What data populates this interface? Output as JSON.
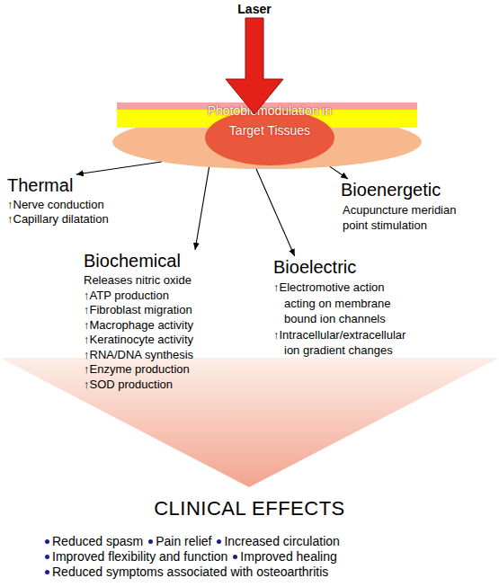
{
  "diagram": {
    "nodes": [
      {
        "text": [
          "Photobiomodulation in Target Tissues"
        ]
      },
      {
        "text": [
          "Thermal",
          "↑Nerve conduction",
          "↑Capillary dilatation"
        ]
      },
      {
        "text": [
          "Bioenergetic",
          "Acupuncture meridian point stimulation"
        ]
      },
      {
        "text": [
          "Biochemical",
          "Releases nitric oxide",
          "↑ATP production",
          "↑Fibroblast migration",
          "↑Macrophage activity",
          "↑Keratinocyte activity",
          "↑RNA/DNA synthesis",
          "↑Enzyme production",
          "↑SOD production"
        ]
      },
      {
        "text": [
          "Bioelectric",
          "↑Electromotive action acting on membrane bound ion channels",
          "↑Intracellular/extracellular ion gradient changes"
        ]
      },
      {
        "text": [
          "CLINICAL EFFECTS",
          "Reduced spasm",
          "Pain relief",
          "Increased circulation",
          "Improved flexibility and function",
          "Improved healing",
          "Reduced symptoms associated with osteoarthritis"
        ]
      }
    ],
    "edges": [
      {
        "from": 0,
        "to": 1,
        "arrow": "to"
      },
      {
        "from": 0,
        "to": 2,
        "arrow": "to"
      },
      {
        "from": 0,
        "to": 3,
        "arrow": "to"
      },
      {
        "from": 0,
        "to": 4,
        "arrow": "to"
      }
    ],
    "labels": [
      "Laser"
    ]
  }
}
